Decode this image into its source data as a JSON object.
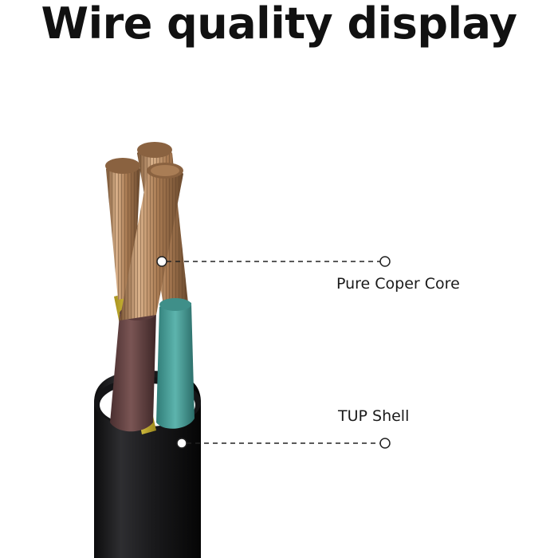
{
  "header": {
    "title": "Wire quality display"
  },
  "callouts": {
    "core_label": "Pure Coper Core",
    "shell_label": "TUP Shell"
  },
  "colors": {
    "background": "#ffffff",
    "title_text": "#111111",
    "callout_line": "#222222",
    "shell_black": "#1c1c1e",
    "wire_brown": "#6e4a49",
    "wire_teal": "#4fa59f",
    "wire_yellow": "#d9c23a",
    "copper": "#b98a5c"
  },
  "icons": [
    "cable-illustration",
    "callout-end-circle"
  ]
}
